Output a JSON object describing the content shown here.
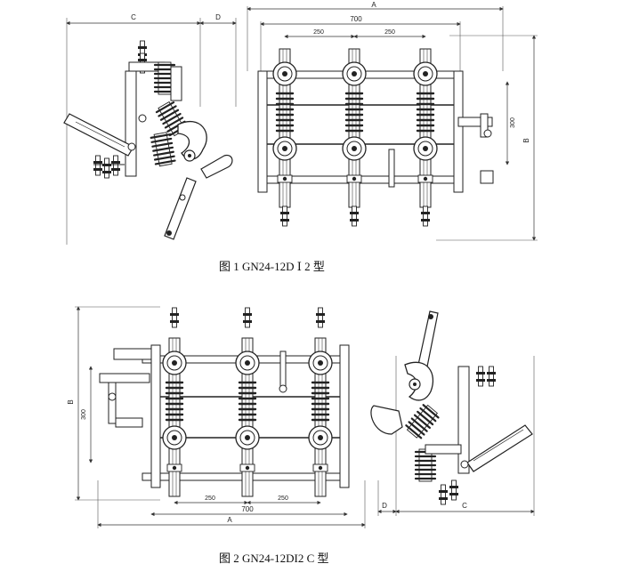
{
  "figure1": {
    "caption": "图 1 GN24-12D Ⅰ 2 型",
    "side_view": {
      "dim_c": "C",
      "dim_d": "D"
    },
    "front_view": {
      "dim_a": "A",
      "dim_width": "700",
      "dim_pitch_1": "250",
      "dim_pitch_2": "250",
      "dim_height": "300",
      "dim_b": "B"
    }
  },
  "figure2": {
    "caption": "图 2 GN24-12DI2 C 型",
    "front_view": {
      "dim_a": "A",
      "dim_width": "700",
      "dim_pitch_1": "250",
      "dim_pitch_2": "250",
      "dim_height": "300",
      "dim_b": "B"
    },
    "side_view": {
      "dim_c": "C",
      "dim_d": "D"
    }
  }
}
